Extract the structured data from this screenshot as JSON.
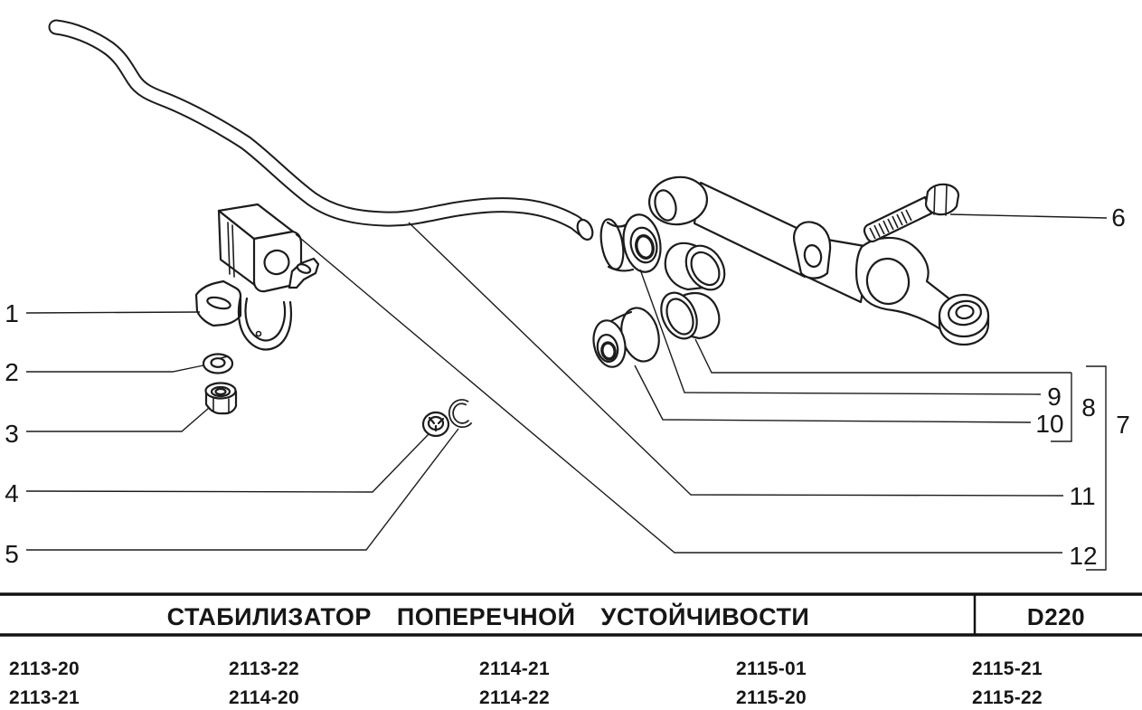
{
  "colors": {
    "background": "#ffffff",
    "ink": "#1c1c1c"
  },
  "callouts": {
    "labels": [
      "1",
      "2",
      "3",
      "4",
      "5",
      "6",
      "7",
      "8",
      "9",
      "10",
      "11",
      "12"
    ]
  },
  "title_block": {
    "title": "СТАБИЛИЗАТОР ПОПЕРЕЧНОЙ УСТОЙЧИВОСТИ",
    "code": "D220"
  },
  "model_grid": {
    "rows": [
      [
        "2113-20",
        "2113-22",
        "2114-21",
        "2115-01",
        "2115-21"
      ],
      [
        "2113-21",
        "2114-20",
        "2114-22",
        "2115-20",
        "2115-22"
      ]
    ]
  }
}
